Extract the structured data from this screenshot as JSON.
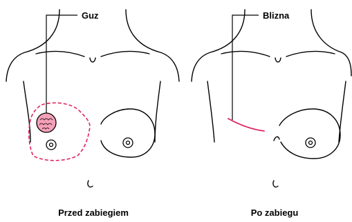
{
  "panels": [
    {
      "caption": "Przed zabiegiem",
      "callout": "Guz"
    },
    {
      "caption": "Po zabiegu",
      "callout": "Blizna"
    }
  ],
  "colors": {
    "outline": "#000000",
    "highlight": "#e0205a",
    "tumor_fill": "#f4a0b8",
    "background": "#ffffff"
  }
}
